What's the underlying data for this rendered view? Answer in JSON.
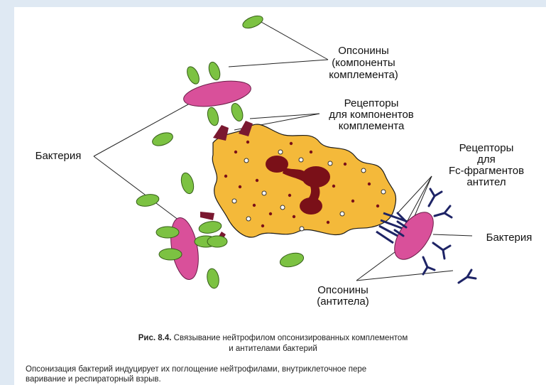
{
  "labels": {
    "opsonins_complement": [
      "Опсонины",
      "(компоненты",
      "комплемента)"
    ],
    "receptors_complement": [
      "Рецепторы",
      "для компонентов",
      "комплемента"
    ],
    "bacteria_left": "Бактерия",
    "receptors_fc": [
      "Рецепторы",
      "для",
      "Fc-фрагментов",
      "антител"
    ],
    "bacteria_right": "Бактерия",
    "opsonins_antibody": [
      "Опсонины",
      "(антитела)"
    ]
  },
  "caption": {
    "prefix": "Рис. 8.4.",
    "line1": "Связывание нейтрофилом опсонизированных комплементом",
    "line2": "и антителами бактерий"
  },
  "note": {
    "line1": "Опсонизация бактерий индуцирует их поглощение нейтрофилами, внутриклеточное пере",
    "line2": "варивание и респираторный взрыв."
  },
  "colors": {
    "cell": "#f4b93a",
    "nucleus": "#7a1018",
    "bacteria": "#d9509a",
    "opsonin": "#7cc242",
    "receptor": "#7a1830",
    "antibody": "#1e2466"
  }
}
